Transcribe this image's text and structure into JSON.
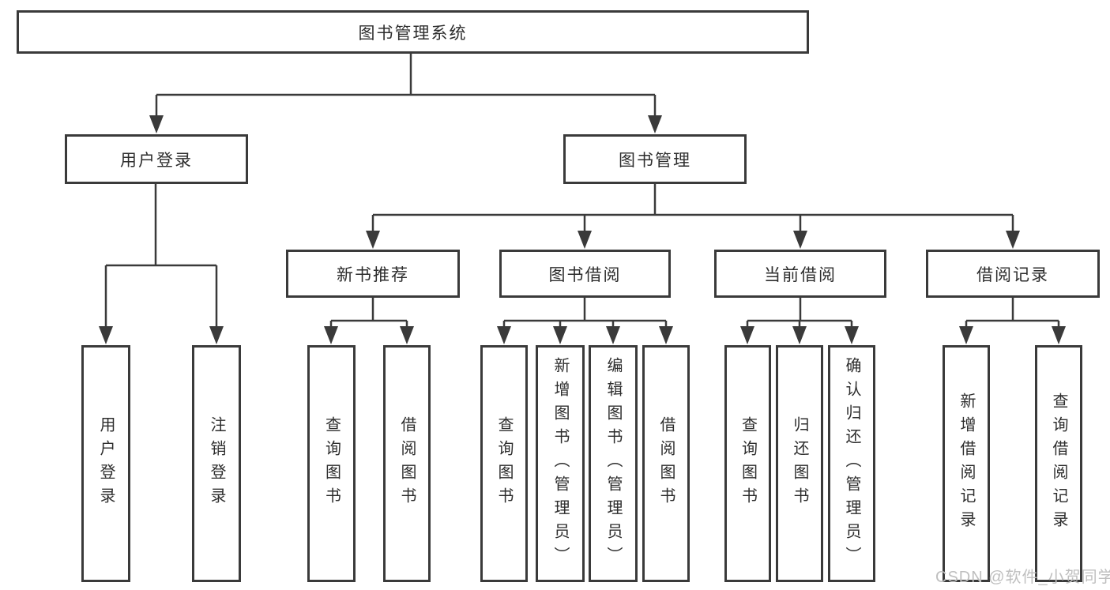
{
  "diagram": {
    "root": "图书管理系统",
    "level2": {
      "user_login": "用户登录",
      "book_management": "图书管理"
    },
    "level3": {
      "new_book_recommend": "新书推荐",
      "book_borrow": "图书借阅",
      "current_borrow": "当前借阅",
      "borrow_records": "借阅记录"
    },
    "leaves": {
      "user_login": "用户登录",
      "logout": "注销登录",
      "nb_query_books": "查询图书",
      "nb_borrow_books": "借阅图书",
      "bb_query_books": "查询图书",
      "bb_add_book_admin": "新增图书（管理员）",
      "bb_edit_book_admin": "编辑图书（管理员）",
      "bb_borrow_books": "借阅图书",
      "cb_query_books": "查询图书",
      "cb_return_book": "归还图书",
      "cb_confirm_return_admin": "确认归还（管理员）",
      "br_add_record": "新增借阅记录",
      "br_query_record": "查询借阅记录"
    }
  },
  "watermark": {
    "text": "CSDN @软件_小贺同学"
  },
  "colors": {
    "line": "#3a3a3a",
    "text": "#2d2d2d",
    "background": "#ffffff",
    "watermark": "#bfbfbf"
  }
}
